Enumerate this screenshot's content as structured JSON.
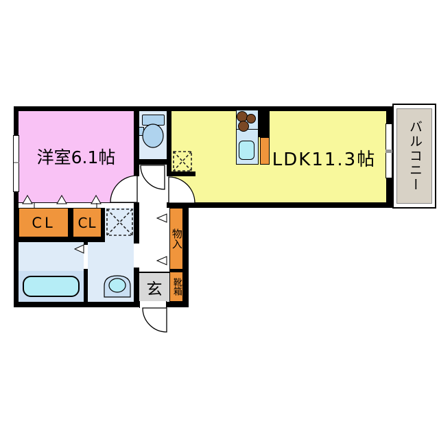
{
  "floorplan": {
    "rooms": {
      "western": {
        "label": "洋室6.1帖"
      },
      "ldk": {
        "label": "LDK11.3帖"
      },
      "balcony": {
        "label": "バルコニー"
      },
      "closet_left": {
        "label": "CL"
      },
      "closet_right": {
        "label": "CL"
      },
      "storage": {
        "label": "物入"
      },
      "entrance": {
        "label": "玄"
      },
      "shoe_cabinet": {
        "label": "靴箱"
      }
    },
    "colors": {
      "wall": "#000000",
      "western_room_pink": "#F9C2F5",
      "ldk_yellow": "#F8F89C",
      "closet_orange": "#F0953C",
      "wet_area_blue": "#DEEBF8",
      "bath_zone_blue": "#CBDFF3",
      "fixture_blue": "#AFD3EE",
      "tub_cyan": "#B5EDF6",
      "entrance_gray": "#D8D8D8",
      "balcony_beige": "#D8D2C6",
      "burner_brown": "#7A4825",
      "background": "#FFFFFF"
    }
  }
}
